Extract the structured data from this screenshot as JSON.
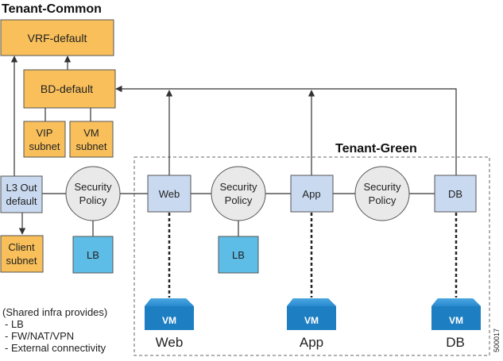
{
  "tenant_common": {
    "title": "Tenant-Common",
    "vrf": "VRF-default",
    "bd": "BD-default",
    "vip_subnet": [
      "VIP",
      "subnet"
    ],
    "vm_subnet": [
      "VM",
      "subnet"
    ],
    "l3out": [
      "L3 Out",
      "default"
    ],
    "client_subnet": [
      "Client",
      "subnet"
    ],
    "security_policy": [
      "Security",
      "Policy"
    ],
    "lb": "LB"
  },
  "tenant_green": {
    "title": "Tenant-Green",
    "web": "Web",
    "app": "App",
    "db": "DB",
    "policy_web_app": [
      "Security",
      "Policy"
    ],
    "policy_app_db": [
      "Security",
      "Policy"
    ],
    "lb": "LB"
  },
  "vms": [
    {
      "badge": "VM",
      "label": "Web"
    },
    {
      "badge": "VM",
      "label": "App"
    },
    {
      "badge": "VM",
      "label": "DB"
    }
  ],
  "notes": {
    "heading": "(Shared infra provides)",
    "items": [
      "- LB",
      "- FW/NAT/VPN",
      "- External connectivity"
    ]
  },
  "figure_id": "500017",
  "colors": {
    "orange_box": "#f8bf5a",
    "blue_box": "#c9d9ef",
    "lb_box": "#5dbde7",
    "policy_circle": "#e9e9e9",
    "vm_blue": "#1d7fc2",
    "line": "#333333"
  }
}
